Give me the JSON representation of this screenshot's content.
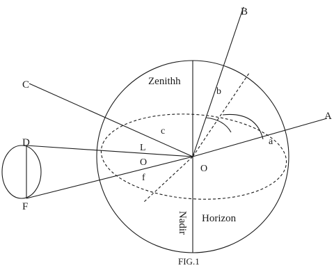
{
  "labels": {
    "A": "A",
    "B": "B",
    "C": "C",
    "D": "D",
    "F": "F",
    "zenith": "Zenithh",
    "nadir": "Nadir",
    "horizon": "Horizon",
    "b": "b",
    "c": "c",
    "a": "a",
    "f": "f",
    "L": "L",
    "O_left": "O",
    "O_center": "O"
  },
  "caption": "FIG.1"
}
